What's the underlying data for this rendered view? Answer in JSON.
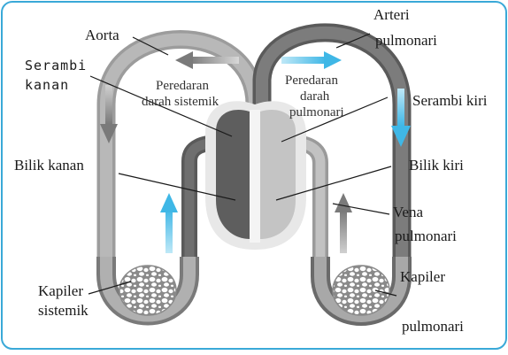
{
  "labels": {
    "aorta": "Aorta",
    "serambi_kanan_1": "Serambi",
    "serambi_kanan_2": "kanan",
    "bilik_kanan": "Bilik kanan",
    "kapiler_sistemik_1": "Kapiler",
    "kapiler_sistemik_2": "sistemik",
    "arteri_pulmonari_1": "Arteri",
    "arteri_pulmonari_2": "pulmonari",
    "serambi_kiri": "Serambi kiri",
    "bilik_kiri": "Bilik kiri",
    "vena_pulmonari_1": "Vena",
    "vena_pulmonari_2": "pulmonari",
    "kapiler_pulmonari_1": "Kapiler",
    "kapiler_pulmonari_2": "pulmonari",
    "peredaran_sistemik_1": "Peredaran",
    "peredaran_sistemik_2": "darah sistemik",
    "peredaran_pulmonari_1": "Peredaran",
    "peredaran_pulmonari_2": "darah",
    "peredaran_pulmonari_3": "pulmonari"
  },
  "colors": {
    "frame_border": "#3aa9d8",
    "vessel_light": "#a8a8a8",
    "vessel_dark": "#6a6a6a",
    "heart_dark": "#5c5c5c",
    "heart_light": "#e6e6e6",
    "arrow_blue": "#48bce8",
    "arrow_grey": "#8a8a8a"
  }
}
